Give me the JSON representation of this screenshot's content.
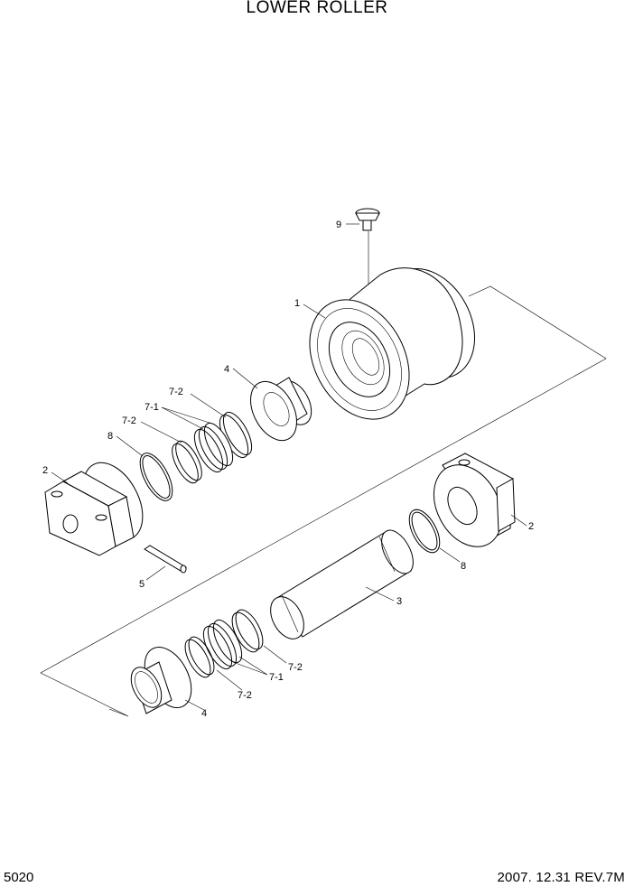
{
  "title": "LOWER ROLLER",
  "footer": {
    "page_number": "5020",
    "revision": "2007. 12.31  REV.7M"
  },
  "callouts": {
    "plug_top": "9",
    "roller_body": "1",
    "collar_top": "4",
    "seal_72_a": "7-2",
    "seal_71_a": "7-1",
    "seal_72_b": "7-2",
    "oring_left": "8",
    "bracket_left": "2",
    "pin": "5",
    "bracket_right": "2",
    "oring_right": "8",
    "shaft": "3",
    "seal_72_c": "7-2",
    "seal_71_b": "7-1",
    "seal_72_d": "7-2",
    "collar_bottom": "4"
  }
}
